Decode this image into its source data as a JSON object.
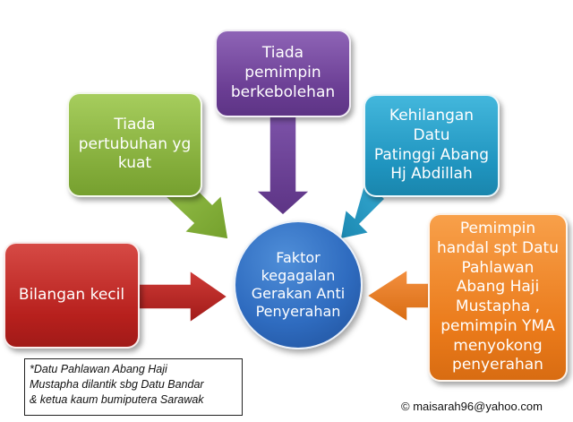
{
  "diagram": {
    "center": {
      "lines": [
        "Faktor",
        "kegagalan",
        "Gerakan Anti",
        "Penyerahan"
      ],
      "color": "#2f6cc0"
    },
    "boxes": {
      "top": {
        "lines": [
          "Tiada pemimpin",
          "berkebolehan"
        ],
        "color": "#6a3d93"
      },
      "top_left": {
        "lines": [
          "Tiada",
          "pertubuhan yg",
          "kuat"
        ],
        "color": "#84ad3b"
      },
      "top_right": {
        "lines": [
          "Kehilangan Datu",
          "Patinggi Abang",
          "Hj Abdillah"
        ],
        "color": "#1f94bf"
      },
      "left": {
        "lines": [
          "Bilangan kecil"
        ],
        "color": "#b7201d"
      },
      "right": {
        "lines": [
          "Pemimpin",
          "handal spt Datu",
          "Pahlawan",
          "Abang Haji",
          "Mustapha ,",
          "pemimpin YMA",
          "menyokong",
          "penyerahan"
        ],
        "color": "#ea7a1a"
      }
    },
    "note": {
      "lines": [
        "*Datu Pahlawan Abang Haji",
        "Mustapha dilantik sbg Datu Bandar",
        "& ketua kaum bumiputera Sarawak"
      ]
    },
    "copyright": "© maisarah96@yahoo.com"
  }
}
